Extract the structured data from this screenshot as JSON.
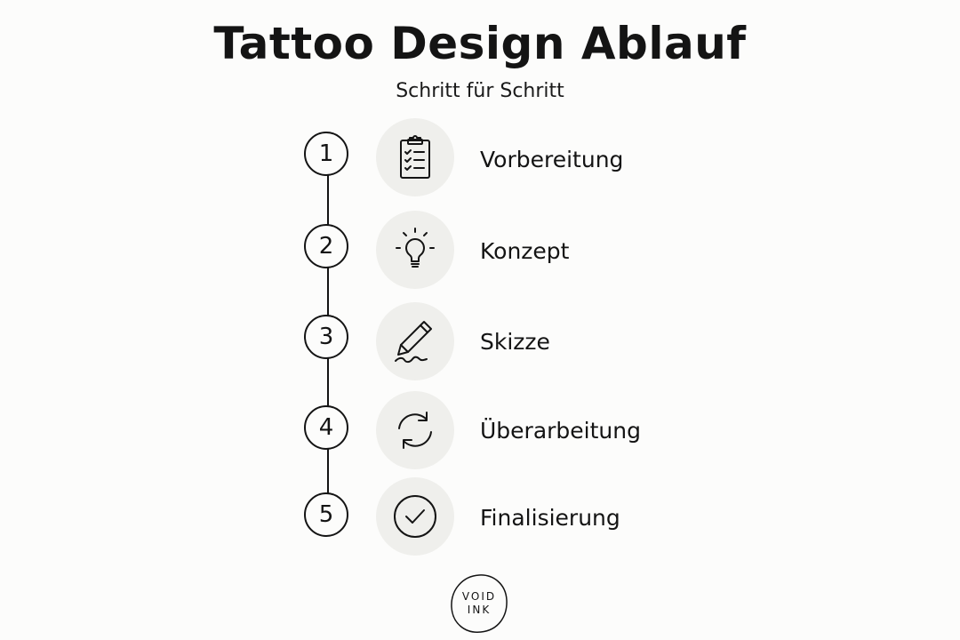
{
  "header": {
    "title": "Tattoo Design Ablauf",
    "subtitle": "Schritt für Schritt"
  },
  "steps": [
    {
      "number": "1",
      "label": "Vorbereitung",
      "icon": "clipboard-checklist-icon"
    },
    {
      "number": "2",
      "label": "Konzept",
      "icon": "lightbulb-icon"
    },
    {
      "number": "3",
      "label": "Skizze",
      "icon": "pencil-icon"
    },
    {
      "number": "4",
      "label": "Überarbeitung",
      "icon": "refresh-arrows-icon"
    },
    {
      "number": "5",
      "label": "Finalisierung",
      "icon": "check-circle-icon"
    }
  ],
  "logo": {
    "line1": "VOID",
    "line2": "INK"
  },
  "colors": {
    "background": "#fcfcfb",
    "ink": "#141414",
    "icon_circle": "#efefec"
  }
}
